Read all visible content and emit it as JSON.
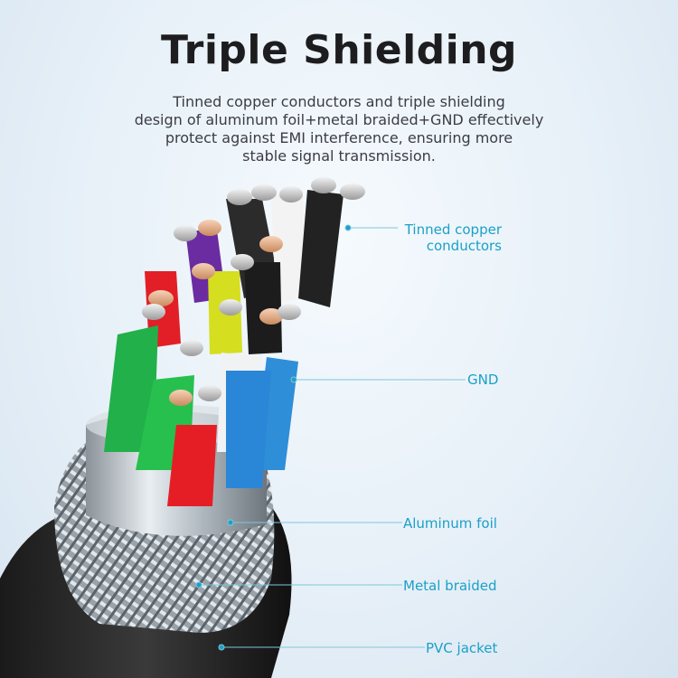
{
  "title": "Triple Shielding",
  "description": [
    "Tinned copper conductors and triple shielding",
    "design of aluminum foil+metal braided+GND effectively",
    "protect against EMI interference, ensuring more",
    "stable signal transmission."
  ],
  "callouts": {
    "tinned_copper": [
      "Tinned copper",
      "conductors"
    ],
    "gnd": "GND",
    "aluminum_foil": "Aluminum foil",
    "metal_braided": "Metal braided",
    "pvc_jacket": "PVC jacket"
  },
  "colors": {
    "accent": "#1aa0c8",
    "title": "#1d1d1f"
  }
}
